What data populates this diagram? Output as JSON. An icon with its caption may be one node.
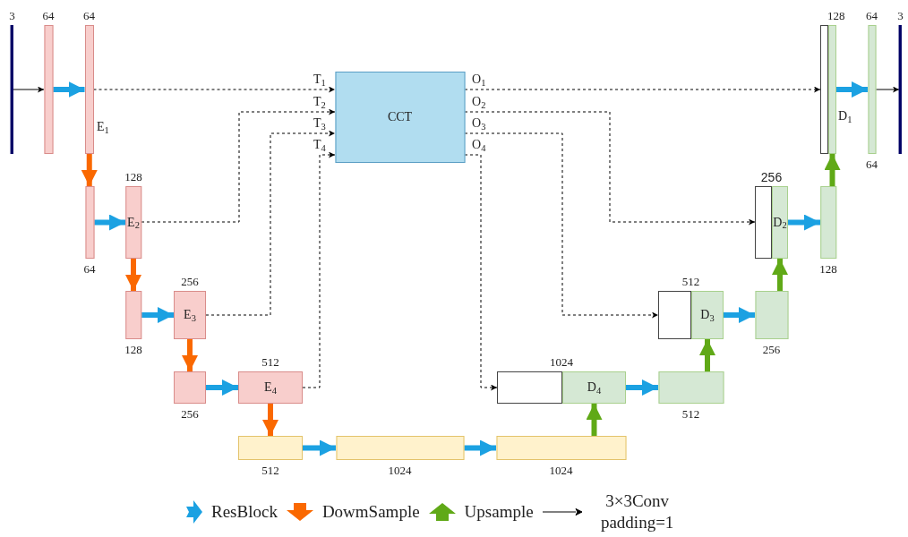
{
  "diagram": {
    "nodes": [
      {
        "text": [
          "3"
        ]
      },
      {
        "text": [
          "64"
        ]
      },
      {
        "text": [
          "64"
        ],
        "beside": [
          "E$_{1}$"
        ]
      },
      {
        "text": [
          "64"
        ]
      },
      {
        "text": [
          "128",
          "E$_{2}$"
        ]
      },
      {
        "text": [
          "128"
        ]
      },
      {
        "text": [
          "256",
          "E$_{3}$"
        ]
      },
      {
        "text": [
          "256"
        ]
      },
      {
        "text": [
          "512",
          "E$_{4}$"
        ]
      },
      {
        "text": [
          "512"
        ]
      },
      {
        "text": [
          "1024"
        ]
      },
      {
        "text": [
          "1024"
        ]
      },
      {
        "text": [
          "CCT"
        ]
      },
      {
        "text": [
          "1024"
        ]
      },
      {
        "text": [],
        "shape": "box",
        "in": 13
      },
      {
        "text": [
          "D$_{4}$"
        ],
        "in": 13
      },
      {
        "text": [
          "512"
        ]
      },
      {
        "text": [
          "512"
        ]
      },
      {
        "text": [],
        "shape": "box",
        "in": 17
      },
      {
        "text": [
          "D$_{3}$"
        ],
        "in": 17
      },
      {
        "text": [
          "256"
        ]
      },
      {
        "text": [
          "256"
        ]
      },
      {
        "text": [],
        "shape": "box",
        "in": 21
      },
      {
        "text": [
          "D$_{2}$"
        ],
        "in": 21
      },
      {
        "text": [
          "128"
        ]
      },
      {
        "text": [
          "128"
        ]
      },
      {
        "text": [],
        "shape": "box",
        "in": 25
      },
      {
        "text": [],
        "shape": "box",
        "in": 25,
        "beside": [
          "D$_{1}$"
        ]
      },
      {
        "text": [
          "64",
          "64"
        ]
      },
      {
        "text": [
          "3"
        ]
      }
    ],
    "edges": [
      {
        "from": 0,
        "to": 1,
        "arrow": "to"
      },
      {
        "from": 1,
        "to": 2,
        "arrow": "to",
        "color": "#1ba1e2"
      },
      {
        "from": 2,
        "to": 3,
        "arrow": "to",
        "color": "#fa6800"
      },
      {
        "from": 3,
        "to": 4,
        "arrow": "to",
        "color": "#1ba1e2"
      },
      {
        "from": 4,
        "to": 5,
        "arrow": "to",
        "color": "#fa6800"
      },
      {
        "from": 5,
        "to": 6,
        "arrow": "to",
        "color": "#1ba1e2"
      },
      {
        "from": 6,
        "to": 7,
        "arrow": "to",
        "color": "#fa6800"
      },
      {
        "from": 7,
        "to": 8,
        "arrow": "to",
        "color": "#1ba1e2"
      },
      {
        "from": 8,
        "to": 9,
        "arrow": "to",
        "color": "#fa6800"
      },
      {
        "from": 9,
        "to": 10,
        "arrow": "to",
        "color": "#1ba1e2"
      },
      {
        "from": 10,
        "to": 11,
        "arrow": "to",
        "color": "#1ba1e2"
      },
      {
        "from": 11,
        "to": 15,
        "arrow": "to",
        "color": "#60a917"
      },
      {
        "from": 15,
        "to": 16,
        "arrow": "to",
        "color": "#1ba1e2"
      },
      {
        "from": 16,
        "to": 19,
        "arrow": "to",
        "color": "#60a917"
      },
      {
        "from": 19,
        "to": 20,
        "arrow": "to",
        "color": "#1ba1e2"
      },
      {
        "from": 20,
        "to": 23,
        "arrow": "to",
        "color": "#60a917"
      },
      {
        "from": 23,
        "to": 24,
        "arrow": "to",
        "color": "#1ba1e2"
      },
      {
        "from": 24,
        "to": 27,
        "arrow": "to",
        "color": "#60a917"
      },
      {
        "from": 27,
        "to": 28,
        "arrow": "to",
        "color": "#1ba1e2"
      },
      {
        "from": 28,
        "to": 29,
        "arrow": "to"
      },
      {
        "from": 2,
        "to": 12,
        "arrow": "to",
        "style": "dashed",
        "label": "T$_{1}$"
      },
      {
        "from": 4,
        "to": 12,
        "arrow": "to",
        "style": "dashed",
        "label": "T$_{2}$"
      },
      {
        "from": 6,
        "to": 12,
        "arrow": "to",
        "style": "dashed",
        "label": "T$_{3}$"
      },
      {
        "from": 8,
        "to": 12,
        "arrow": "to",
        "style": "dashed",
        "label": "T$_{4}$"
      },
      {
        "from": 12,
        "to": 26,
        "arrow": "to",
        "style": "dashed",
        "label": "O$_{1}$"
      },
      {
        "from": 12,
        "to": 22,
        "arrow": "to",
        "style": "dashed",
        "label": "O$_{2}$"
      },
      {
        "from": 12,
        "to": 18,
        "arrow": "to",
        "style": "dashed",
        "label": "O$_{3}$"
      },
      {
        "from": 12,
        "to": 14,
        "arrow": "to",
        "style": "dashed",
        "label": "O$_{4}$"
      }
    ],
    "legend": [
      {
        "text": "ResBlock"
      },
      {
        "text": "DowmSample"
      },
      {
        "text": "Upsample"
      },
      {
        "text": "3×3Conv padding=1"
      }
    ]
  }
}
